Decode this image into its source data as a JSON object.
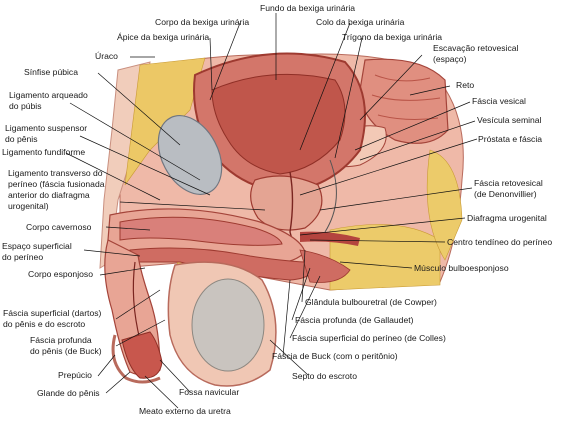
{
  "labels": {
    "fundo_bexiga": "Fundo da bexiga urinária",
    "corpo_bexiga": "Corpo da bexiga urinária",
    "colo_bexiga": "Colo da bexiga urinária",
    "apice_bexiga": "Ápice da bexiga urinária",
    "trigono_bexiga": "Trígono da bexiga urinária",
    "uraco": "Úraco",
    "escavacao_1": "Escavação retovesical",
    "escavacao_2": "(espaço)",
    "sinfise": "Sínfise púbica",
    "reto": "Reto",
    "lig_arqueado_1": "Ligamento arqueado",
    "lig_arqueado_2": "do púbis",
    "fascia_vesical": "Fáscia vesical",
    "lig_suspensor_1": "Ligamento suspensor",
    "lig_suspensor_2": "do pênis",
    "vesicula_seminal": "Vesícula seminal",
    "lig_fundiforme": "Ligamento fundiforme",
    "prostata_fascia": "Próstata e fáscia",
    "lig_transverso_1": "Ligamento transverso do",
    "lig_transverso_2": "períneo (fáscia fusionada",
    "lig_transverso_3": "anterior do diafragma",
    "lig_transverso_4": "urogenital)",
    "fascia_retovesical_1": "Fáscia retovesical",
    "fascia_retovesical_2": "(de Denonvillier)",
    "diafragma_urogenital": "Diafragma urogenital",
    "corpo_cavernoso": "Corpo cavernoso",
    "centro_tendineo": "Centro tendíneo do períneo",
    "espaco_superficial_1": "Espaço superficial",
    "espaco_superficial_2": "do períneo",
    "musculo_bulbo": "Músculo bulboesponjoso",
    "corpo_esponjoso": "Corpo esponjoso",
    "glandula_bulbouretral": "Glândula bulbouretral (de Cowper)",
    "fascia_dartos_1": "Fáscia superficial (dartos)",
    "fascia_dartos_2": "do pênis e do escroto",
    "fascia_gallaudet": "Fáscia profunda (de Gallaudet)",
    "fascia_buck_1": "Fáscia profunda",
    "fascia_buck_2": "do pênis (de Buck)",
    "fascia_colles": "Fáscia superficial do períneo (de Colles)",
    "fascia_buck_peritonio": "Fáscia de Buck (com o peritônio)",
    "prepucio": "Prepúcio",
    "septo_escroto": "Septo do escroto",
    "glande": "Glande do pênis",
    "fossa_navicular": "Fossa navicular",
    "meato": "Meato externo da uretra"
  },
  "colors": {
    "tissue": "#e7a090",
    "tissue_dark": "#b4443e",
    "bladder_lumen": "#c75a4e",
    "bone": "#b9bdc2",
    "fat": "#e9c25a",
    "testis": "#c8c4bf",
    "skin": "#f0c7b4"
  }
}
